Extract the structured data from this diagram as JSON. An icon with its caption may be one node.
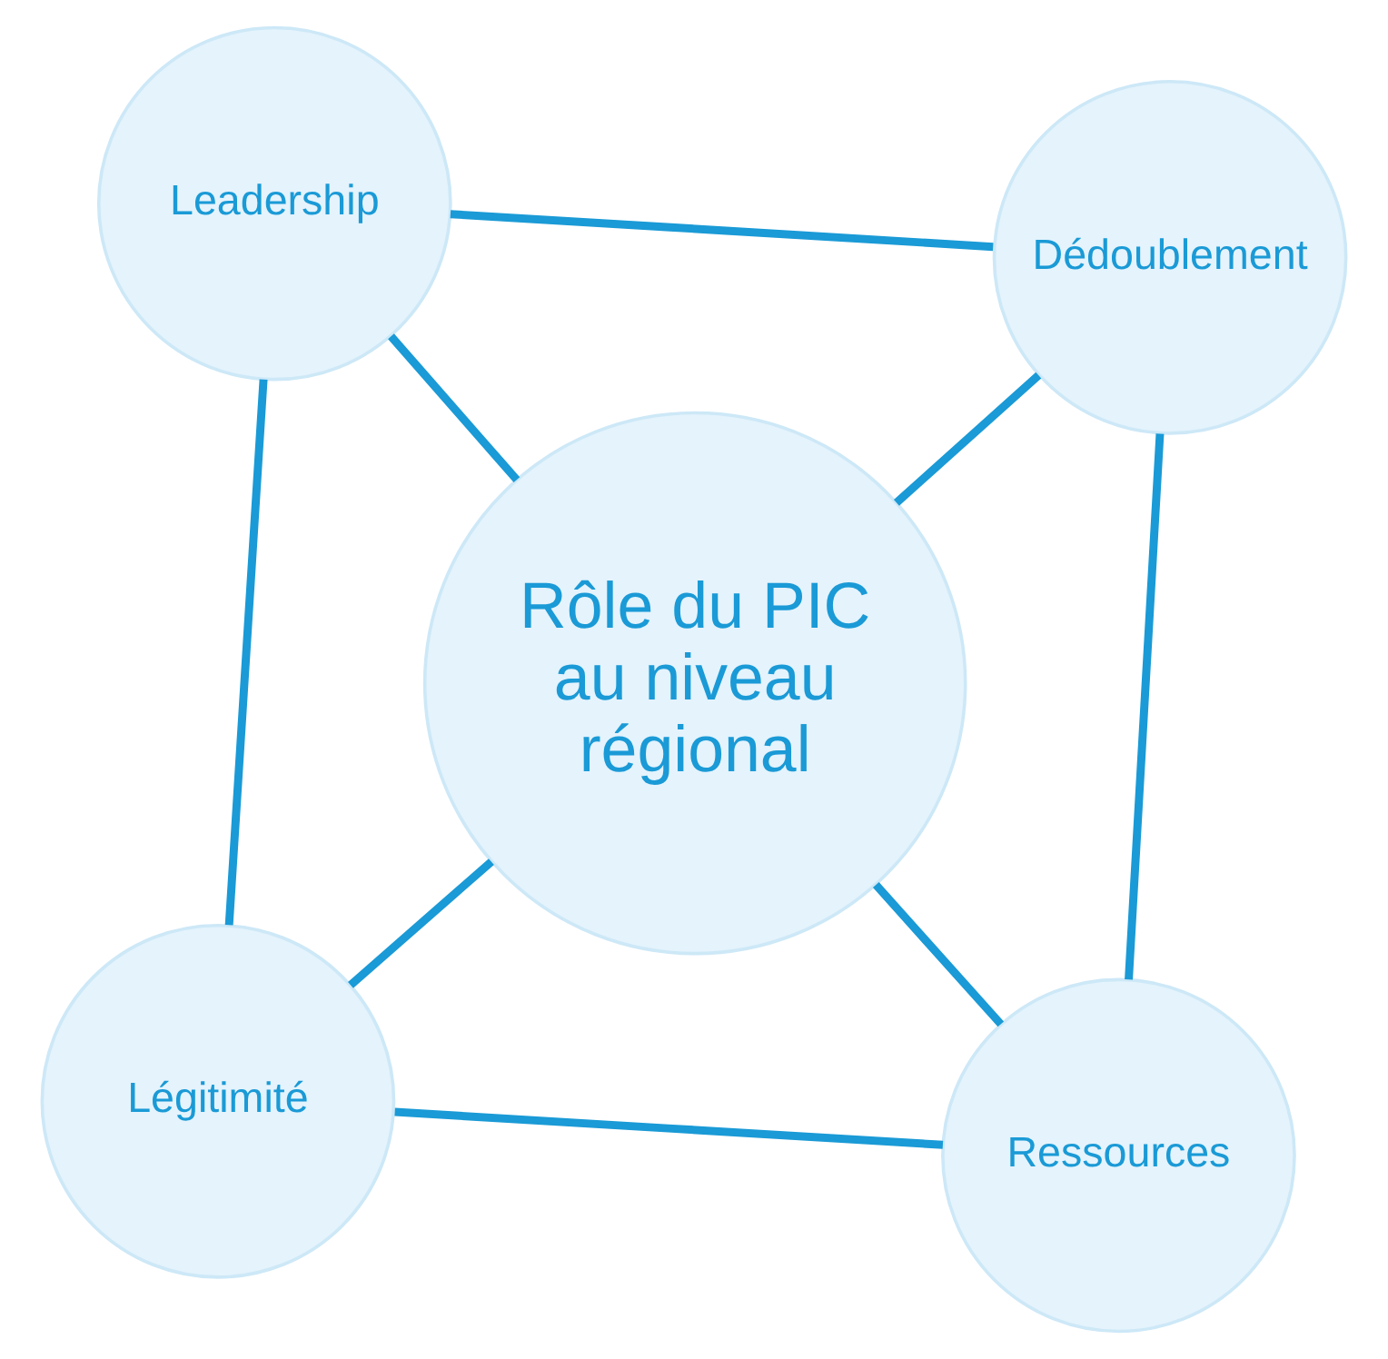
{
  "diagram": {
    "nodes": [
      {
        "text": [
          "Légitimité"
        ]
      },
      {
        "text": [
          "Ressources"
        ]
      },
      {
        "text": [
          "Rôle du PIC au niveau régional"
        ]
      },
      {
        "text": [
          "Leadership"
        ]
      },
      {
        "text": [
          "Dédoublement"
        ]
      }
    ],
    "edges": [
      {
        "from": 2,
        "to": 0,
        "arrow": "none"
      },
      {
        "from": 2,
        "to": 1,
        "arrow": "none"
      },
      {
        "from": 2,
        "to": 3,
        "arrow": "none"
      },
      {
        "from": 2,
        "to": 4,
        "arrow": "none"
      },
      {
        "from": 0,
        "to": 3,
        "arrow": "none"
      },
      {
        "from": 3,
        "to": 4,
        "arrow": "none"
      },
      {
        "from": 4,
        "to": 1,
        "arrow": "none"
      },
      {
        "from": 1,
        "to": 0,
        "arrow": "none"
      }
    ]
  }
}
